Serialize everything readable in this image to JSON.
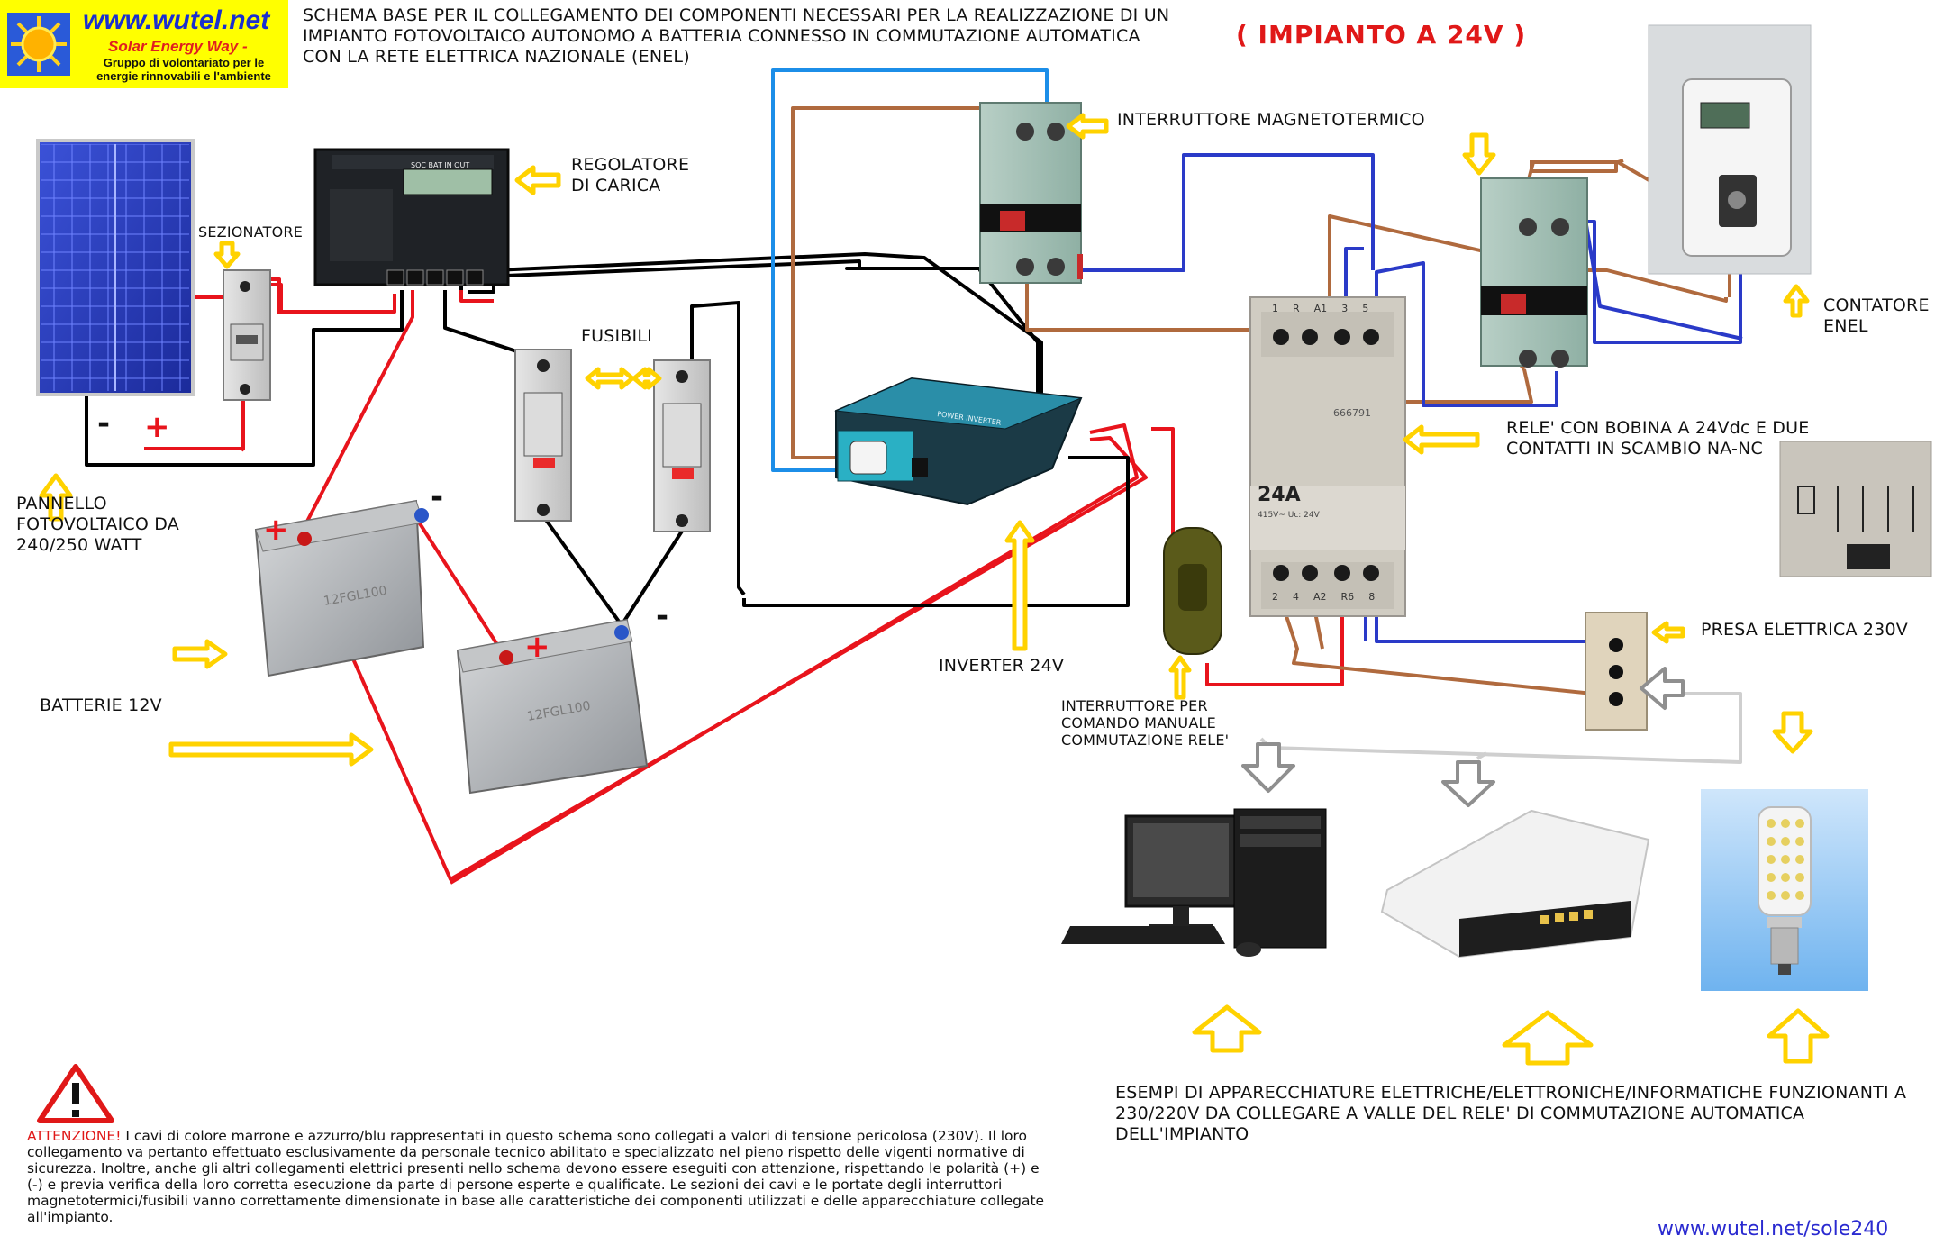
{
  "logo": {
    "site": "www.wutel.net",
    "tagline": "Solar Energy Way -",
    "group": "Gruppo di volontariato per le\nenergie rinnovabili e l'ambiente"
  },
  "header": {
    "description": "SCHEMA BASE PER IL COLLEGAMENTO DEI COMPONENTI NECESSARI PER LA REALIZZAZIONE DI UN\nIMPIANTO FOTOVOLTAICO AUTONOMO A BATTERIA CONNESSO IN COMMUTAZIONE AUTOMATICA\nCON LA RETE ELETTRICA NAZIONALE (ENEL)",
    "system_title": "( IMPIANTO A 24V )"
  },
  "labels": {
    "sezionatore": "SEZIONATORE",
    "regolatore": "REGOLATORE\nDI CARICA",
    "fusibili": "FUSIBILI",
    "pannello": "PANNELLO\nFOTOVOLTAICO DA\n240/250 WATT",
    "batterie": "BATTERIE 12V",
    "inverter": "INVERTER 24V",
    "interruttore_manuale": "INTERRUTTORE PER\nCOMANDO MANUALE\nCOMMUTAZIONE RELE'",
    "magnetotermico": "INTERRUTTORE MAGNETOTERMICO",
    "contatore": "CONTATORE\nENEL",
    "rele": "RELE' CON BOBINA A 24Vdc E DUE\nCONTATTI IN SCAMBIO NA-NC",
    "presa": "PRESA ELETTRICA 230V",
    "esempi": "ESEMPI   DI APPARECCHIATURE ELETTRICHE/ELETTRONICHE/INFORMATICHE FUNZIONANTI A\n230/220V DA COLLEGARE A VALLE DEL RELE' DI COMMUTAZIONE AUTOMATICA\nDELL'IMPIANTO"
  },
  "polarity": {
    "panel_minus": "-",
    "panel_plus": "+",
    "batt1_plus": "+",
    "batt1_minus": "-",
    "batt2_plus": "+",
    "batt2_minus": "-"
  },
  "component_text": {
    "relay_rating": "24A",
    "relay_spec": "415V~\nUc: 24V",
    "relay_code": "666791",
    "relay_terminals_top": [
      "1",
      "R",
      "A1",
      "3",
      "5"
    ],
    "relay_terminals_bottom": [
      "2",
      "4",
      "A2",
      "R6",
      "8"
    ],
    "battery_model": "12FGL100",
    "inverter_brand": "POWER INVERTER"
  },
  "warning": {
    "heading": "ATTENZIONE!",
    "body": " I cavi di colore marrone e azzurro/blu rappresentati in questo schema sono collegati a valori di tensione pericolosa (230V). Il loro collegamento va pertanto effettuato esclusivamente da personale tecnico abilitato e specializzato nel pieno rispetto delle vigenti normative di sicurezza. Inoltre, anche gli altri collegamenti elettrici presenti nello schema devono essere eseguiti con attenzione, rispettando le polarità (+) e (-) e previa verifica della loro corretta esecuzione da parte di persone esperte e qualificate. Le sezioni dei cavi e le portate degli interruttori magnetotermici/fusibili vanno correttamente dimensionate in base alle caratteristiche dei componenti utilizzati e delle apparecchiature collegate all'impianto."
  },
  "footer": {
    "url": "www.wutel.net/sole240"
  },
  "colors": {
    "positive_wire": "#e8141c",
    "negative_wire": "#000000",
    "live_wire": "#b06a3e",
    "neutral_wire": "#2a3ac8",
    "panel_wire_blue": "#1c8ee8",
    "load_wire": "#cfcfcf",
    "arrow": "#ffd200",
    "title_red": "#e01818",
    "logo_yellow": "#ffff00"
  },
  "icons": [
    "sun-icon",
    "warning-triangle-icon",
    "arrow-icon",
    "solar-panel",
    "charge-controller",
    "battery",
    "fuse-holder",
    "inverter",
    "circuit-breaker",
    "relay",
    "energy-meter",
    "socket",
    "rocker-switch",
    "desktop-computer",
    "router",
    "led-bulb"
  ]
}
